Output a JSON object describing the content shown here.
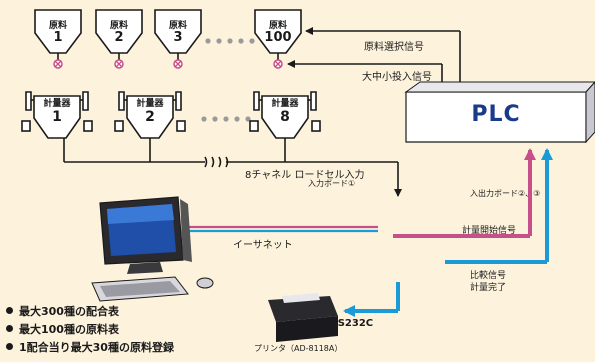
{
  "hoppers": [
    {
      "label": "原料",
      "number": "1"
    },
    {
      "label": "原料",
      "number": "2"
    },
    {
      "label": "原料",
      "number": "3"
    },
    {
      "label": "原料",
      "number": "100"
    }
  ],
  "scales": [
    {
      "label": "計量器",
      "number": "1"
    },
    {
      "label": "計量器",
      "number": "2"
    },
    {
      "label": "計量器",
      "number": "8"
    }
  ],
  "plc": {
    "label": "PLC"
  },
  "signals": {
    "material_select": "原料選択信号",
    "feed_signal": "大中小投入信号",
    "loadcell_input": "8チャネル ロードセル入力",
    "input_board_1": "入力ボード①",
    "io_board_23": "入出力ボード②、③",
    "weigh_start": "計量開始信号",
    "compare": "比較信号",
    "weigh_done": "計量完了",
    "ethernet": "イーサネット",
    "rs232c": "RS232C",
    "printer": "プリンタ（AD-8118A）"
  },
  "features": [
    "最大300種の配合表",
    "最大100種の原料表",
    "1配合当り最大30種の原料登録"
  ],
  "colors": {
    "background": "#fdf3dd",
    "magenta": "#c8508a",
    "blue": "#1a9ad6",
    "plc_text": "#1a3a8a",
    "line": "#1a1a1a",
    "valve": "#c8508a"
  }
}
